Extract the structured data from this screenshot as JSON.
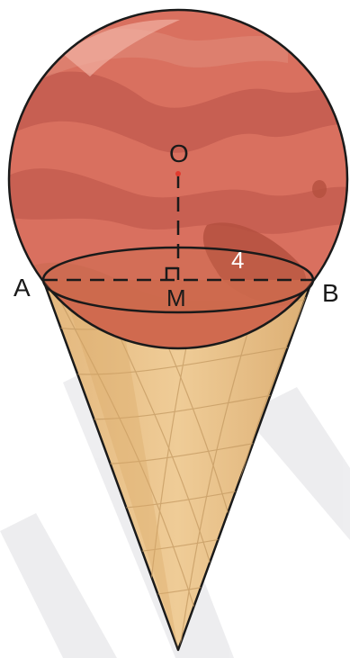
{
  "labels": {
    "center": "O",
    "left_point": "A",
    "right_point": "B",
    "midpoint": "M",
    "radius_value": "4"
  },
  "colors": {
    "ice_cream": "#d9705f",
    "ice_cream_dark": "#c05a4d",
    "ice_cream_light": "#e89a8a",
    "cone": "#e9c48f",
    "cone_shadow": "#d6ad76",
    "cone_lines": "#b89463",
    "outline": "#1a1a1a",
    "watermark": "#e6e6e8"
  }
}
